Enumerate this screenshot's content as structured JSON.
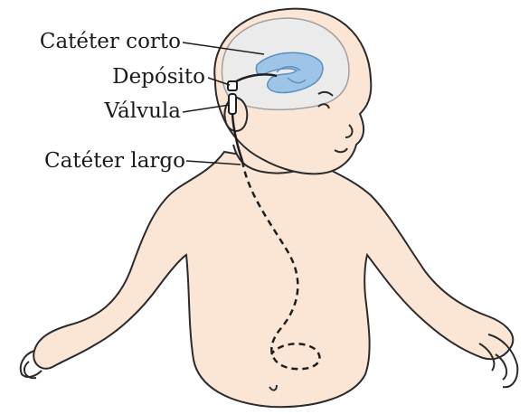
{
  "diagram": {
    "labels": {
      "short_catheter": "Catéter corto",
      "reservoir": "Depósito",
      "valve": "Válvula",
      "long_catheter": "Catéter largo"
    },
    "colors": {
      "skin": "#fbe6d6",
      "outline": "#2b2b2b",
      "brain": "#ebebeb",
      "ventricle": "#9ec5e8",
      "ventricle_dark": "#5b8fc2",
      "catheter": "#1e1e1e"
    }
  }
}
